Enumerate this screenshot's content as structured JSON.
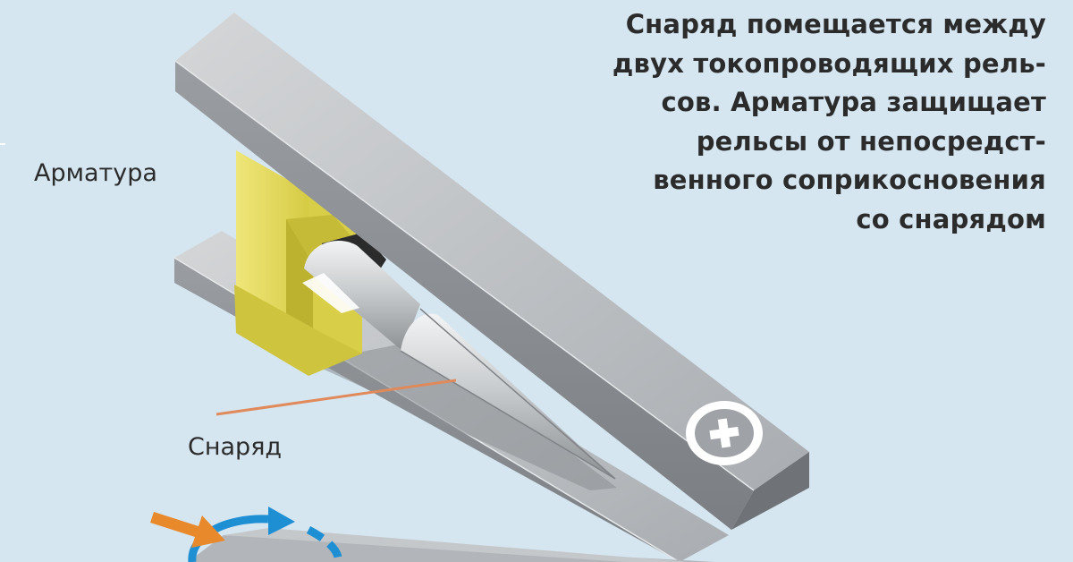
{
  "caption": {
    "lines": [
      "Снаряд помещается между",
      "двух токопроводящих рель-",
      "сов. Арматура защищает",
      "рельсы от непосредст-",
      "венного соприкосновения",
      "со снарядом"
    ]
  },
  "labels": {
    "armature": "Арматура",
    "projectile": "Снаряд"
  },
  "icons": {
    "polarity": "plus-icon",
    "current_flow": "curved-arrow-icon",
    "input": "orange-arrow-icon"
  },
  "colors": {
    "background": "#d6e6f1",
    "rail_top": "#c9cbcd",
    "rail_front": "#8e9194",
    "armature": "#e2d85a",
    "leader_line": "#e0895a",
    "current_arrow": "#1f8fd4",
    "input_arrow": "#e8892b"
  }
}
